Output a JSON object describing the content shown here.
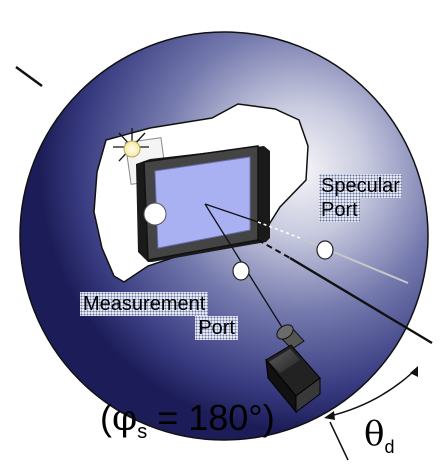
{
  "labels": {
    "specular_line1": "Specular",
    "specular_line2": "Port",
    "measurement_line1": "Measurement",
    "measurement_line2": "Port",
    "phi_open": "(",
    "phi_symbol": "φ",
    "phi_sub": "s",
    "phi_eq": " = 180°)",
    "theta_symbol": "θ",
    "theta_sub": "d"
  },
  "icons": {
    "light_source": "lamp-icon",
    "camera": "camera-icon",
    "display": "display-sample-icon"
  },
  "colors": {
    "sphere_center": "#f4f4f8",
    "sphere_mid": "#6a6fa6",
    "sphere_edge": "#1e1f5e",
    "screen": "#aab0f2",
    "bezel": "#3a3a3a",
    "lamp_glow": "#fff7c0"
  }
}
